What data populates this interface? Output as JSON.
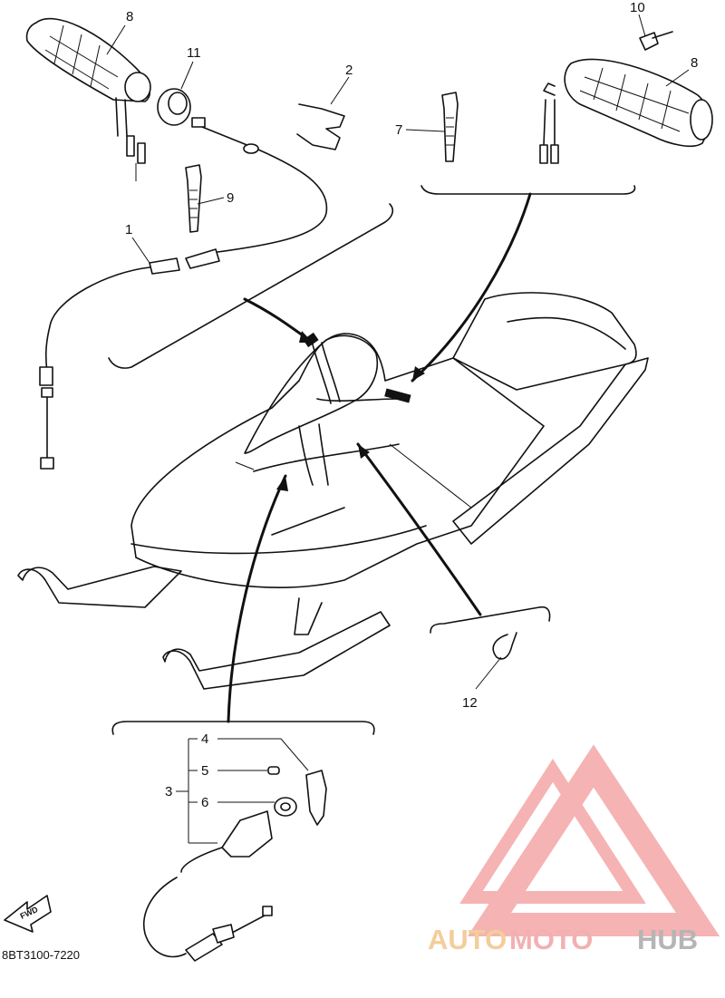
{
  "callouts": {
    "c1": "1",
    "c2": "2",
    "c3": "3",
    "c4": "4",
    "c5": "5",
    "c6": "6",
    "c7": "7",
    "c8a": "8",
    "c8b": "8",
    "c9": "9",
    "c10": "10",
    "c11": "11",
    "c12": "12"
  },
  "fwd_label": "FWD",
  "diagram_code": "8BT3100-7220",
  "watermark": {
    "part1": "AUTO",
    "part2": "MOTO",
    "part3": "HUB",
    "colors": [
      "#f3c58a",
      "#f2a3a3",
      "#a9a9a9"
    ]
  }
}
